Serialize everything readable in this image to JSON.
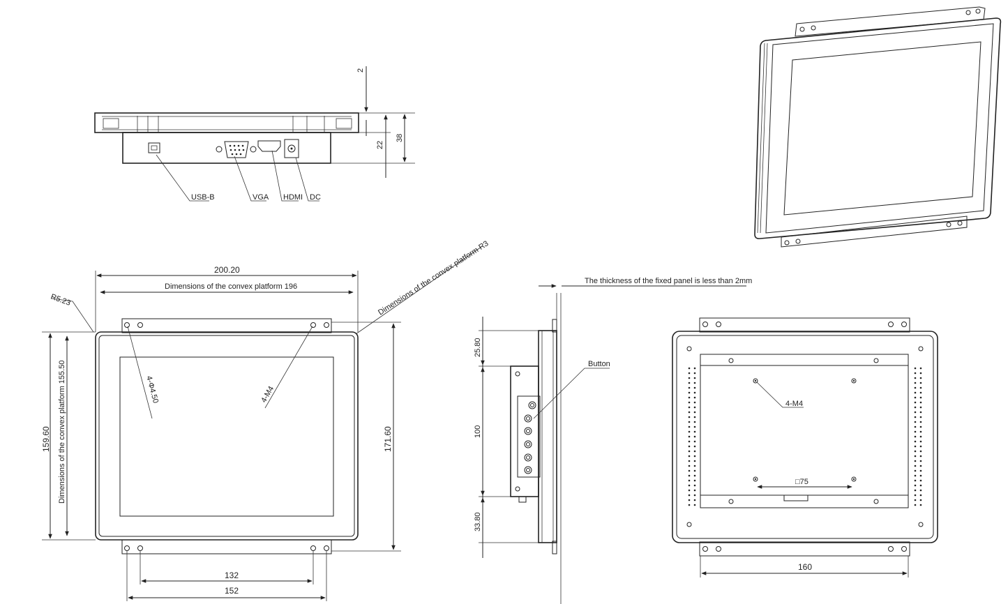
{
  "top_view": {
    "labels": {
      "usb": "USB-B",
      "vga": "VGA",
      "hdmi": "HDMI",
      "dc": "DC"
    },
    "dims": {
      "top": "2",
      "middle": "22",
      "overall": "38"
    }
  },
  "front_view": {
    "width": "200.20",
    "platform_width": "Dimensions of the convex platform 196",
    "platform_radius": "Dimensions of the convex platform R3",
    "corner_radius": "R5.23",
    "height": "159.60",
    "platform_height": "Dimensions of the convex platform 155.50",
    "outer_height": "171.60",
    "hole_callout": "4-Φ4.50",
    "screw_callout": "4-M4",
    "hole_span_inner": "132",
    "hole_span_outer": "152"
  },
  "side_view": {
    "thickness_note": "The thickness of the fixed panel is less than 2mm",
    "button_label": "Button",
    "dim_top": "25.80",
    "dim_mid": "100",
    "dim_bottom": "33.80"
  },
  "rear_view": {
    "screw_callout": "4-M4",
    "vesa": "□75",
    "width": "160"
  }
}
